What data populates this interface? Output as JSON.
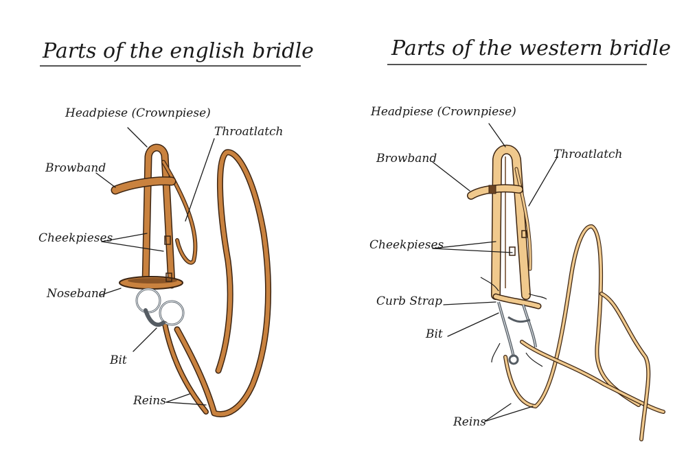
{
  "english": {
    "title": "Parts of the english bridle",
    "labels": {
      "headpiece": "Headpiese (Crownpiese)",
      "browband": "Browband",
      "throatlatch": "Throatlatch",
      "cheekpieces": "Cheekpieses",
      "noseband": "Noseband",
      "bit": "Bit",
      "reins": "Reins"
    }
  },
  "western": {
    "title": "Parts of the western bridle",
    "labels": {
      "headpiece": "Headpiese (Crownpiese)",
      "browband": "Browband",
      "throatlatch": "Throatlatch",
      "cheekpieces": "Cheekpieses",
      "curb_strap": "Curb Strap",
      "bit": "Bit",
      "reins": "Reins"
    }
  },
  "colors": {
    "leather_english": "#c9823f",
    "leather_western": "#f0c98d",
    "leather_dark": "#6b4423",
    "outline": "#3b2412",
    "metal": "#555c63",
    "ink": "#1a1a1a"
  }
}
